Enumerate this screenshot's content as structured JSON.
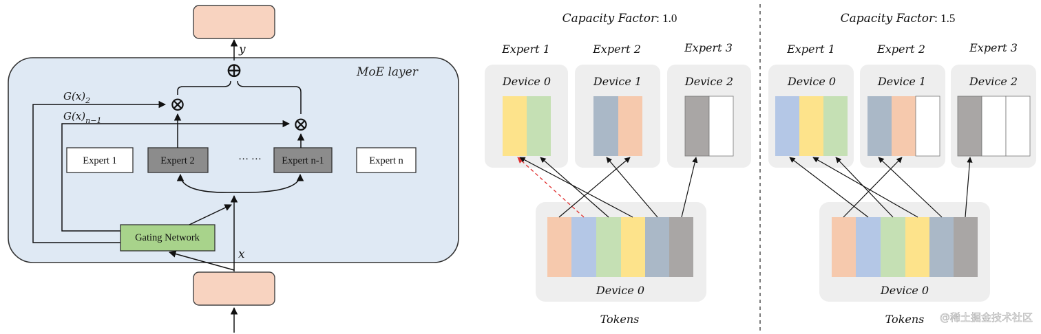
{
  "colors": {
    "salmon": "#f8d3c0",
    "moe_bg": "#dfe9f4",
    "gate_green": "#a8d38b",
    "expert_active": "#8c8c8c",
    "device_bg": "#eeeeee",
    "tok_salmon": "#f6c9ad",
    "tok_blue": "#b4c7e6",
    "tok_green": "#c5e0b4",
    "tok_yellow": "#fde38b",
    "tok_slate": "#aab8c7",
    "tok_gray": "#a9a6a5",
    "dropped_arrow": "#e03030"
  },
  "moe": {
    "layer_label": "MoE layer",
    "out_label": "y",
    "in_label": "x",
    "plus_symbol": "⊕",
    "times_symbol": "⊗",
    "g2_label": "G(x)",
    "g2_sub": "2",
    "gn1_label": "G(x)",
    "gn1_sub": "n−1",
    "experts": [
      "Expert 1",
      "Expert 2",
      "Expert n-1",
      "Expert n"
    ],
    "ellipsis": "··· ···",
    "gating_label": "Gating Network"
  },
  "panels": [
    {
      "capacity_label": "Capacity Factor",
      "capacity_value": ": 1.0",
      "experts": [
        "Expert 1",
        "Expert 2",
        "Expert 3"
      ],
      "devices": [
        "Device 0",
        "Device 1",
        "Device 2"
      ],
      "source_device": "Device 0",
      "tokens_label": "Tokens"
    },
    {
      "capacity_label": "Capacity Factor",
      "capacity_value": ": 1.5",
      "experts": [
        "Expert 1",
        "Expert 2",
        "Expert 3"
      ],
      "devices": [
        "Device 0",
        "Device 1",
        "Device 2"
      ],
      "source_device": "Device 0",
      "tokens_label": "Tokens"
    }
  ],
  "watermark": "@稀土掘金技术社区"
}
